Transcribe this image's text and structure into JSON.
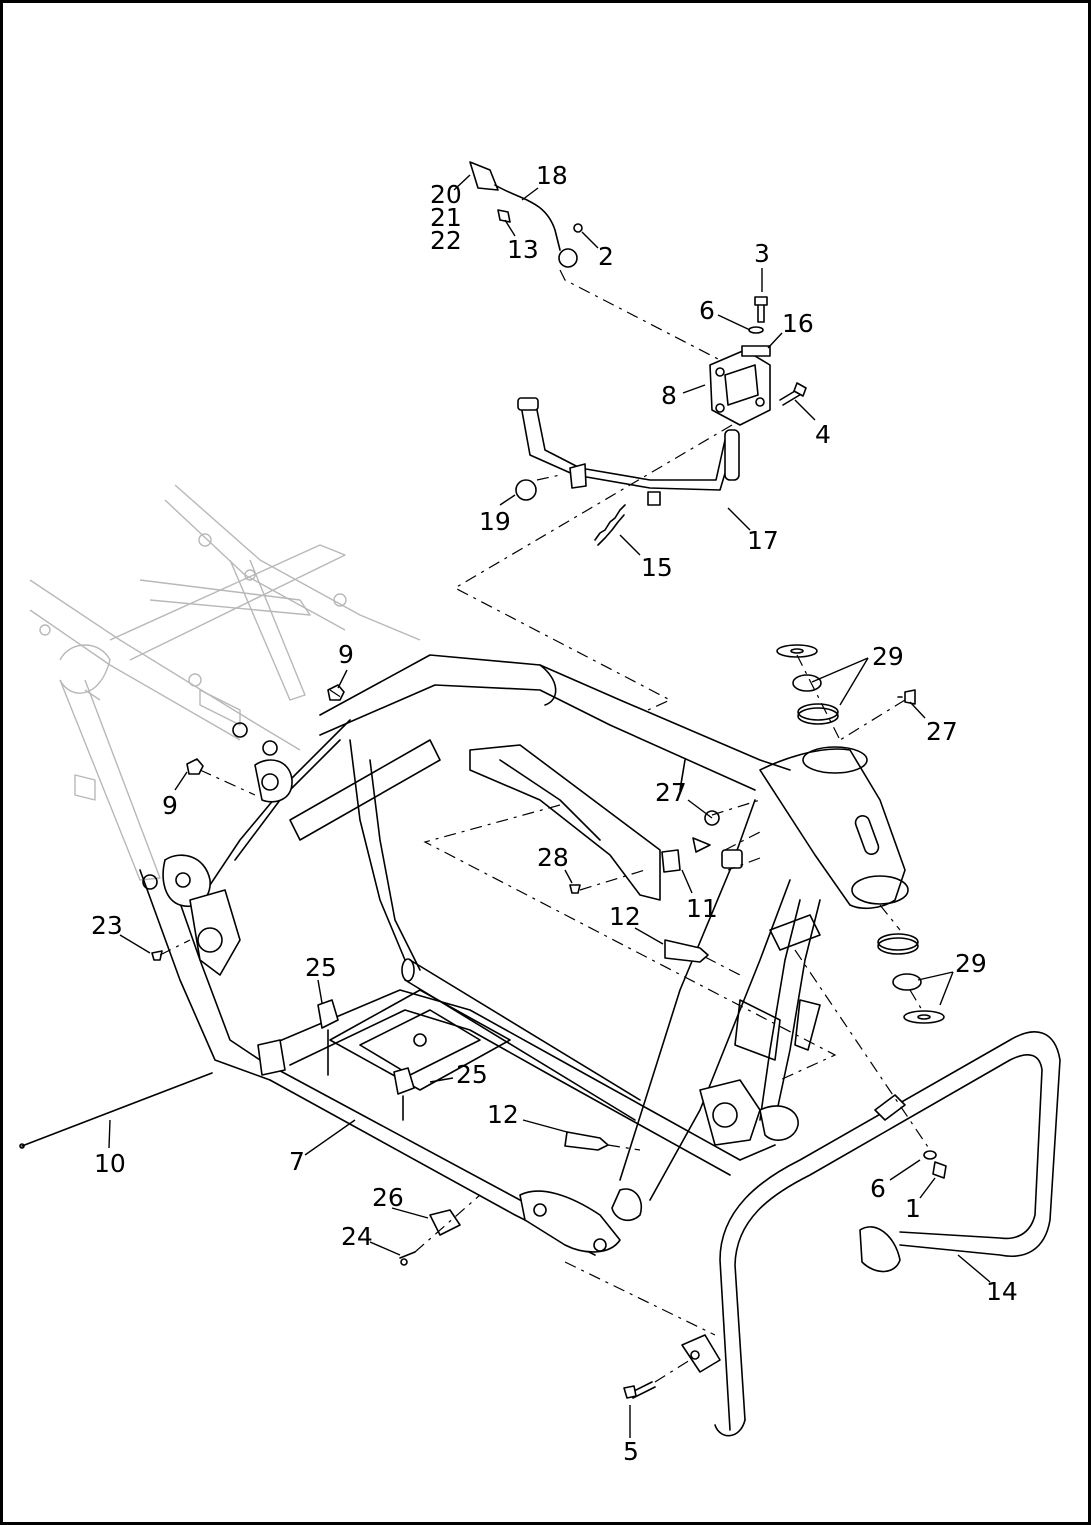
{
  "callouts": {
    "c1": "1",
    "c2": "2",
    "c3": "3",
    "c4": "4",
    "c5": "5",
    "c6a": "6",
    "c6b": "6",
    "c7": "7",
    "c8": "8",
    "c9a": "9",
    "c9b": "9",
    "c10": "10",
    "c11": "11",
    "c12a": "12",
    "c12b": "12",
    "c13": "13",
    "c14": "14",
    "c15": "15",
    "c16": "16",
    "c17": "17",
    "c18": "18",
    "c19": "19",
    "c20": "20",
    "c21": "21",
    "c22": "22",
    "c23": "23",
    "c24": "24",
    "c25a": "25",
    "c25b": "25",
    "c26": "26",
    "c27a": "27",
    "c27b": "27",
    "c28": "28",
    "c29a": "29",
    "c29b": "29"
  }
}
